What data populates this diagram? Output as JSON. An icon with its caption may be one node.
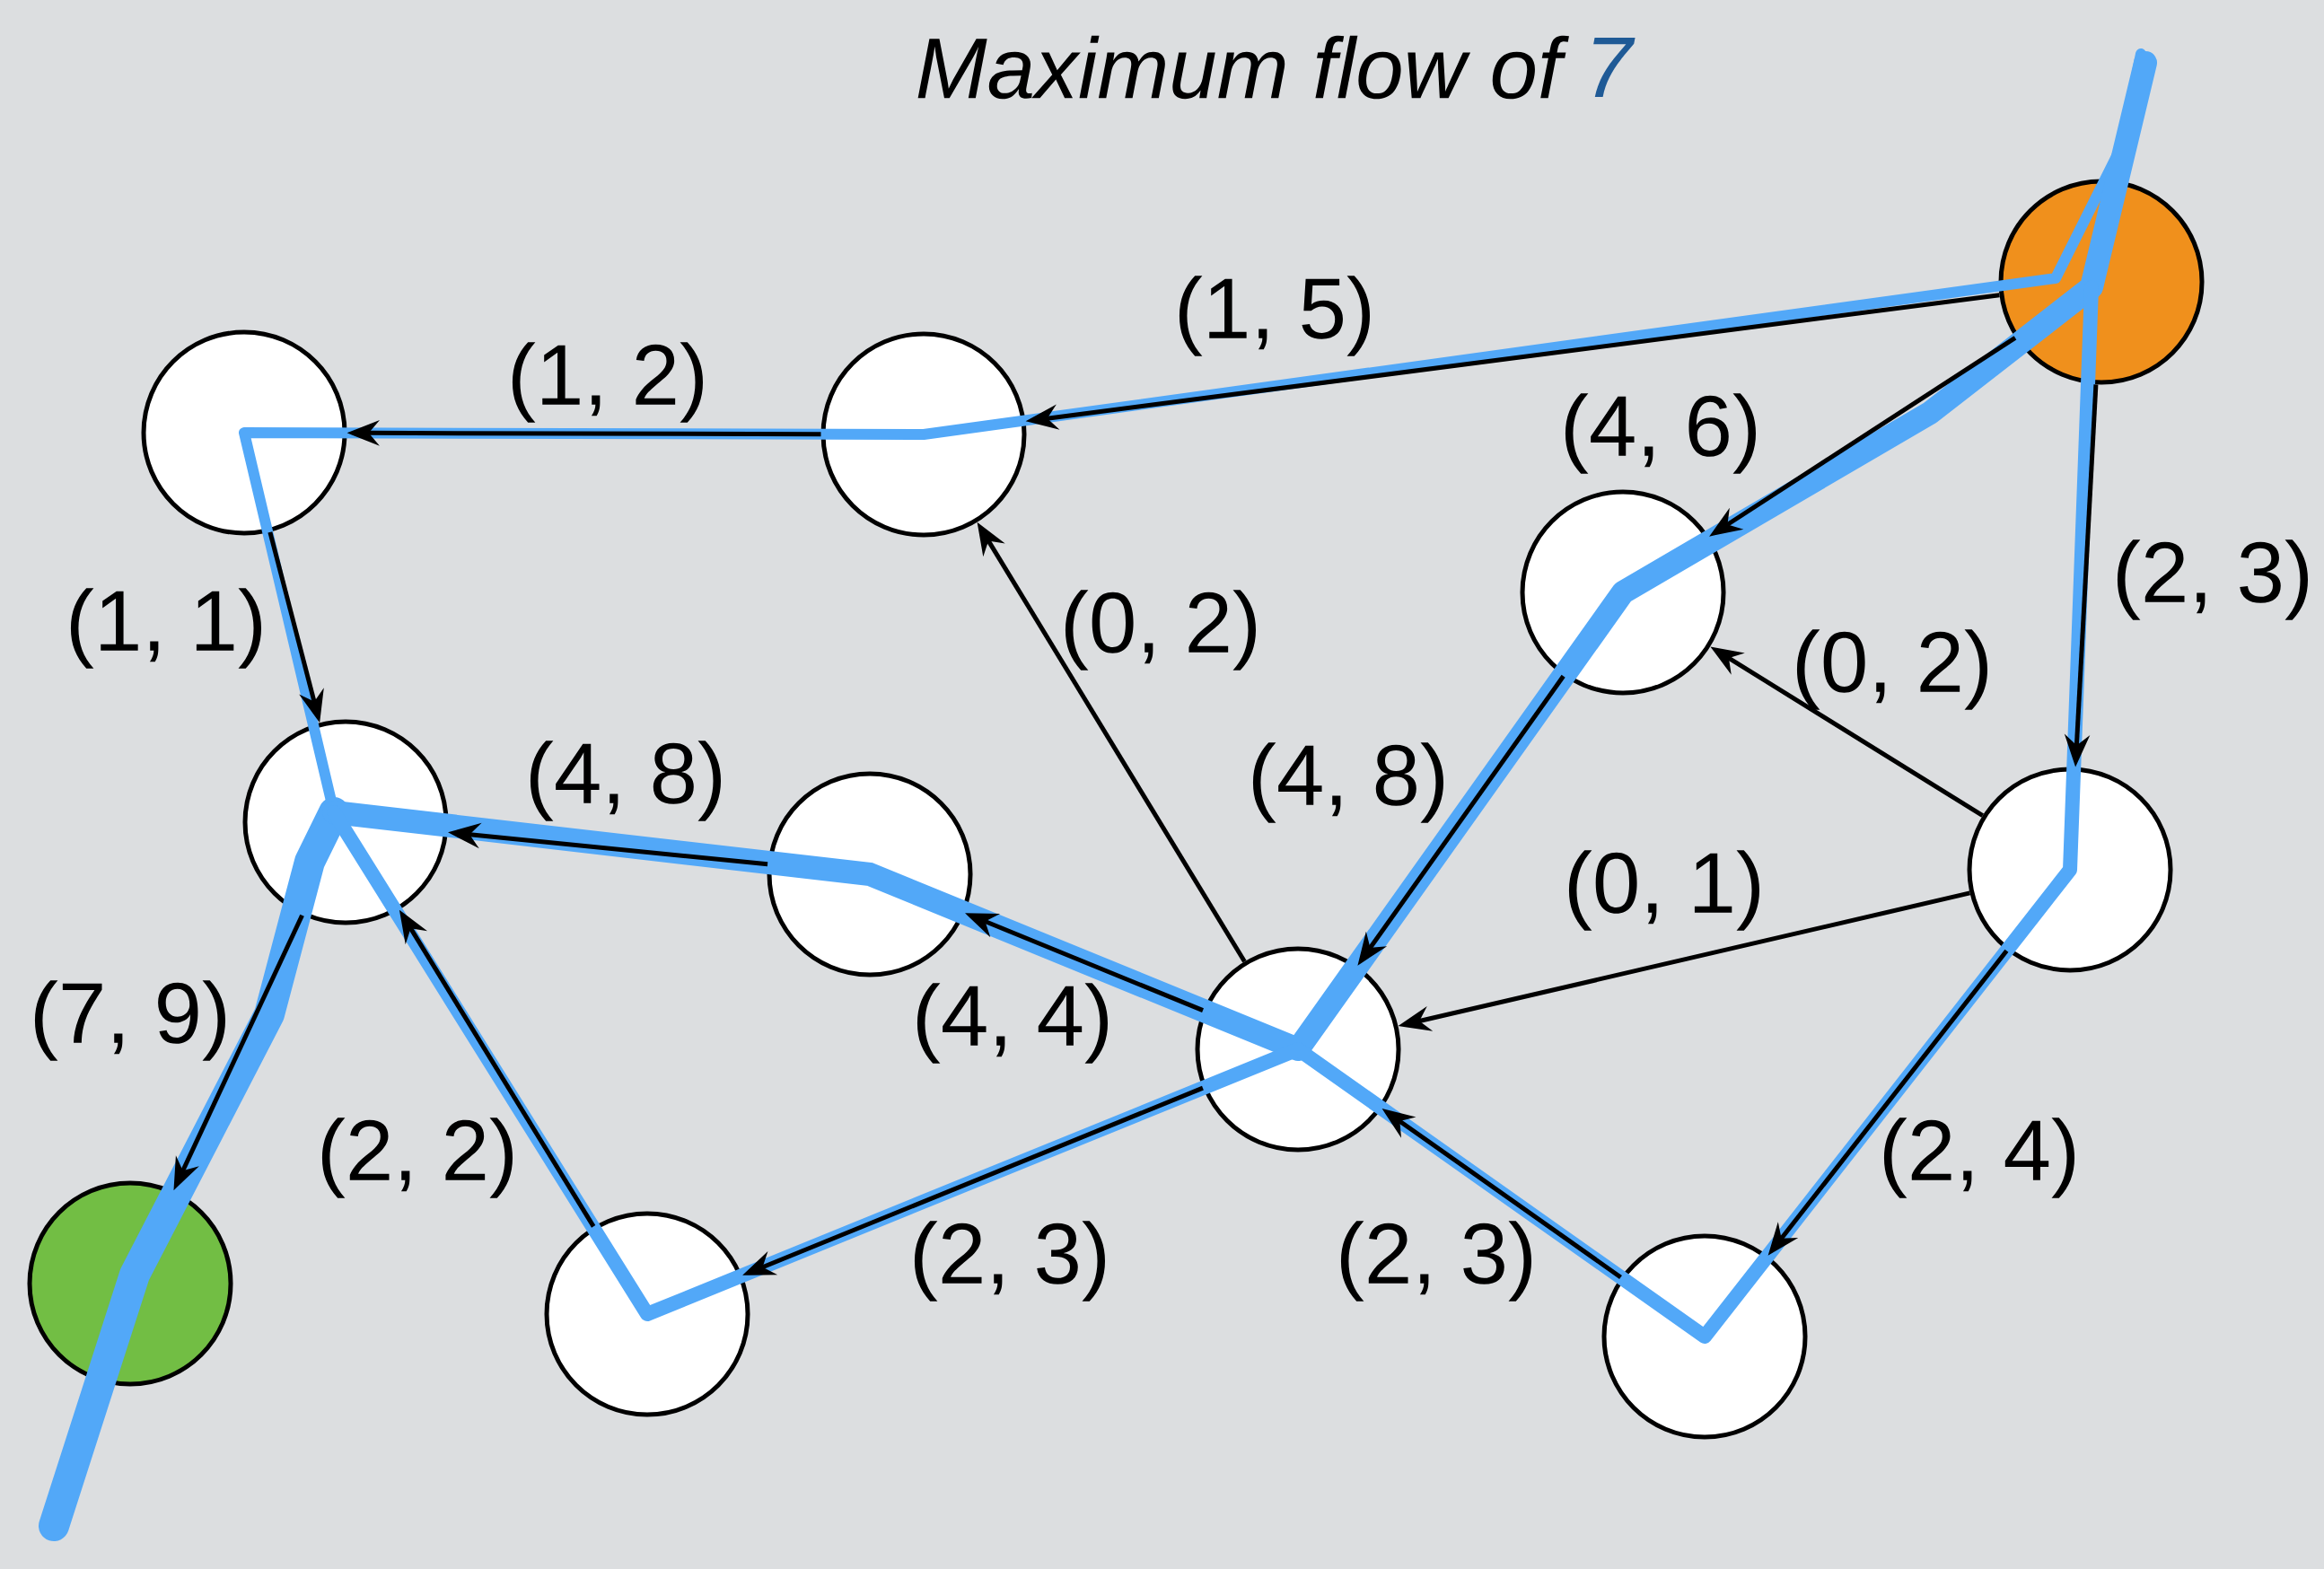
{
  "diagram": {
    "title": "*Maximum flow* of",
    "nodes": [
      {
        "text": [],
        "shape": "circle"
      },
      {
        "text": [],
        "shape": "circle"
      },
      {
        "text": [],
        "shape": "circle"
      },
      {
        "text": [],
        "shape": "circle"
      },
      {
        "text": [],
        "shape": "circle"
      },
      {
        "text": [],
        "shape": "circle"
      },
      {
        "text": [],
        "shape": "circle"
      },
      {
        "text": [],
        "shape": "circle"
      },
      {
        "text": [],
        "shape": "circle"
      },
      {
        "text": [],
        "shape": "circle"
      },
      {
        "text": [],
        "shape": "circle"
      }
    ],
    "edges": [
      {
        "from": 0,
        "to": 2,
        "arrow": "to",
        "label": "(1, 5)"
      },
      {
        "from": 2,
        "to": 1,
        "arrow": "to",
        "label": "(1, 2)"
      },
      {
        "from": 1,
        "to": 4,
        "arrow": "to",
        "label": "(1, 1)"
      },
      {
        "from": 5,
        "to": 4,
        "arrow": "to",
        "label": "(4, 8)"
      },
      {
        "from": 6,
        "to": 5,
        "arrow": "to",
        "label": "(4, 4)"
      },
      {
        "from": 0,
        "to": 3,
        "arrow": "to",
        "label": "(4, 6)"
      },
      {
        "from": 3,
        "to": 6,
        "arrow": "to",
        "label": "(4, 8)"
      },
      {
        "from": 6,
        "to": 2,
        "arrow": "to",
        "label": "(0, 2)"
      },
      {
        "from": 7,
        "to": 3,
        "arrow": "to",
        "label": "(0, 2)"
      },
      {
        "from": 7,
        "to": 6,
        "arrow": "to",
        "label": "(0, 1)"
      },
      {
        "from": 0,
        "to": 7,
        "arrow": "to",
        "label": "(2, 3)"
      },
      {
        "from": 7,
        "to": 10,
        "arrow": "to",
        "label": "(2, 4)"
      },
      {
        "from": 10,
        "to": 6,
        "arrow": "to",
        "label": "(2, 3)"
      },
      {
        "from": 6,
        "to": 9,
        "arrow": "to",
        "label": "(2, 3)"
      },
      {
        "from": 9,
        "to": 4,
        "arrow": "to",
        "label": "(2, 2)"
      },
      {
        "from": 4,
        "to": 8,
        "arrow": "to",
        "label": "(7, 9)"
      }
    ],
    "labels": [
      "7"
    ]
  }
}
